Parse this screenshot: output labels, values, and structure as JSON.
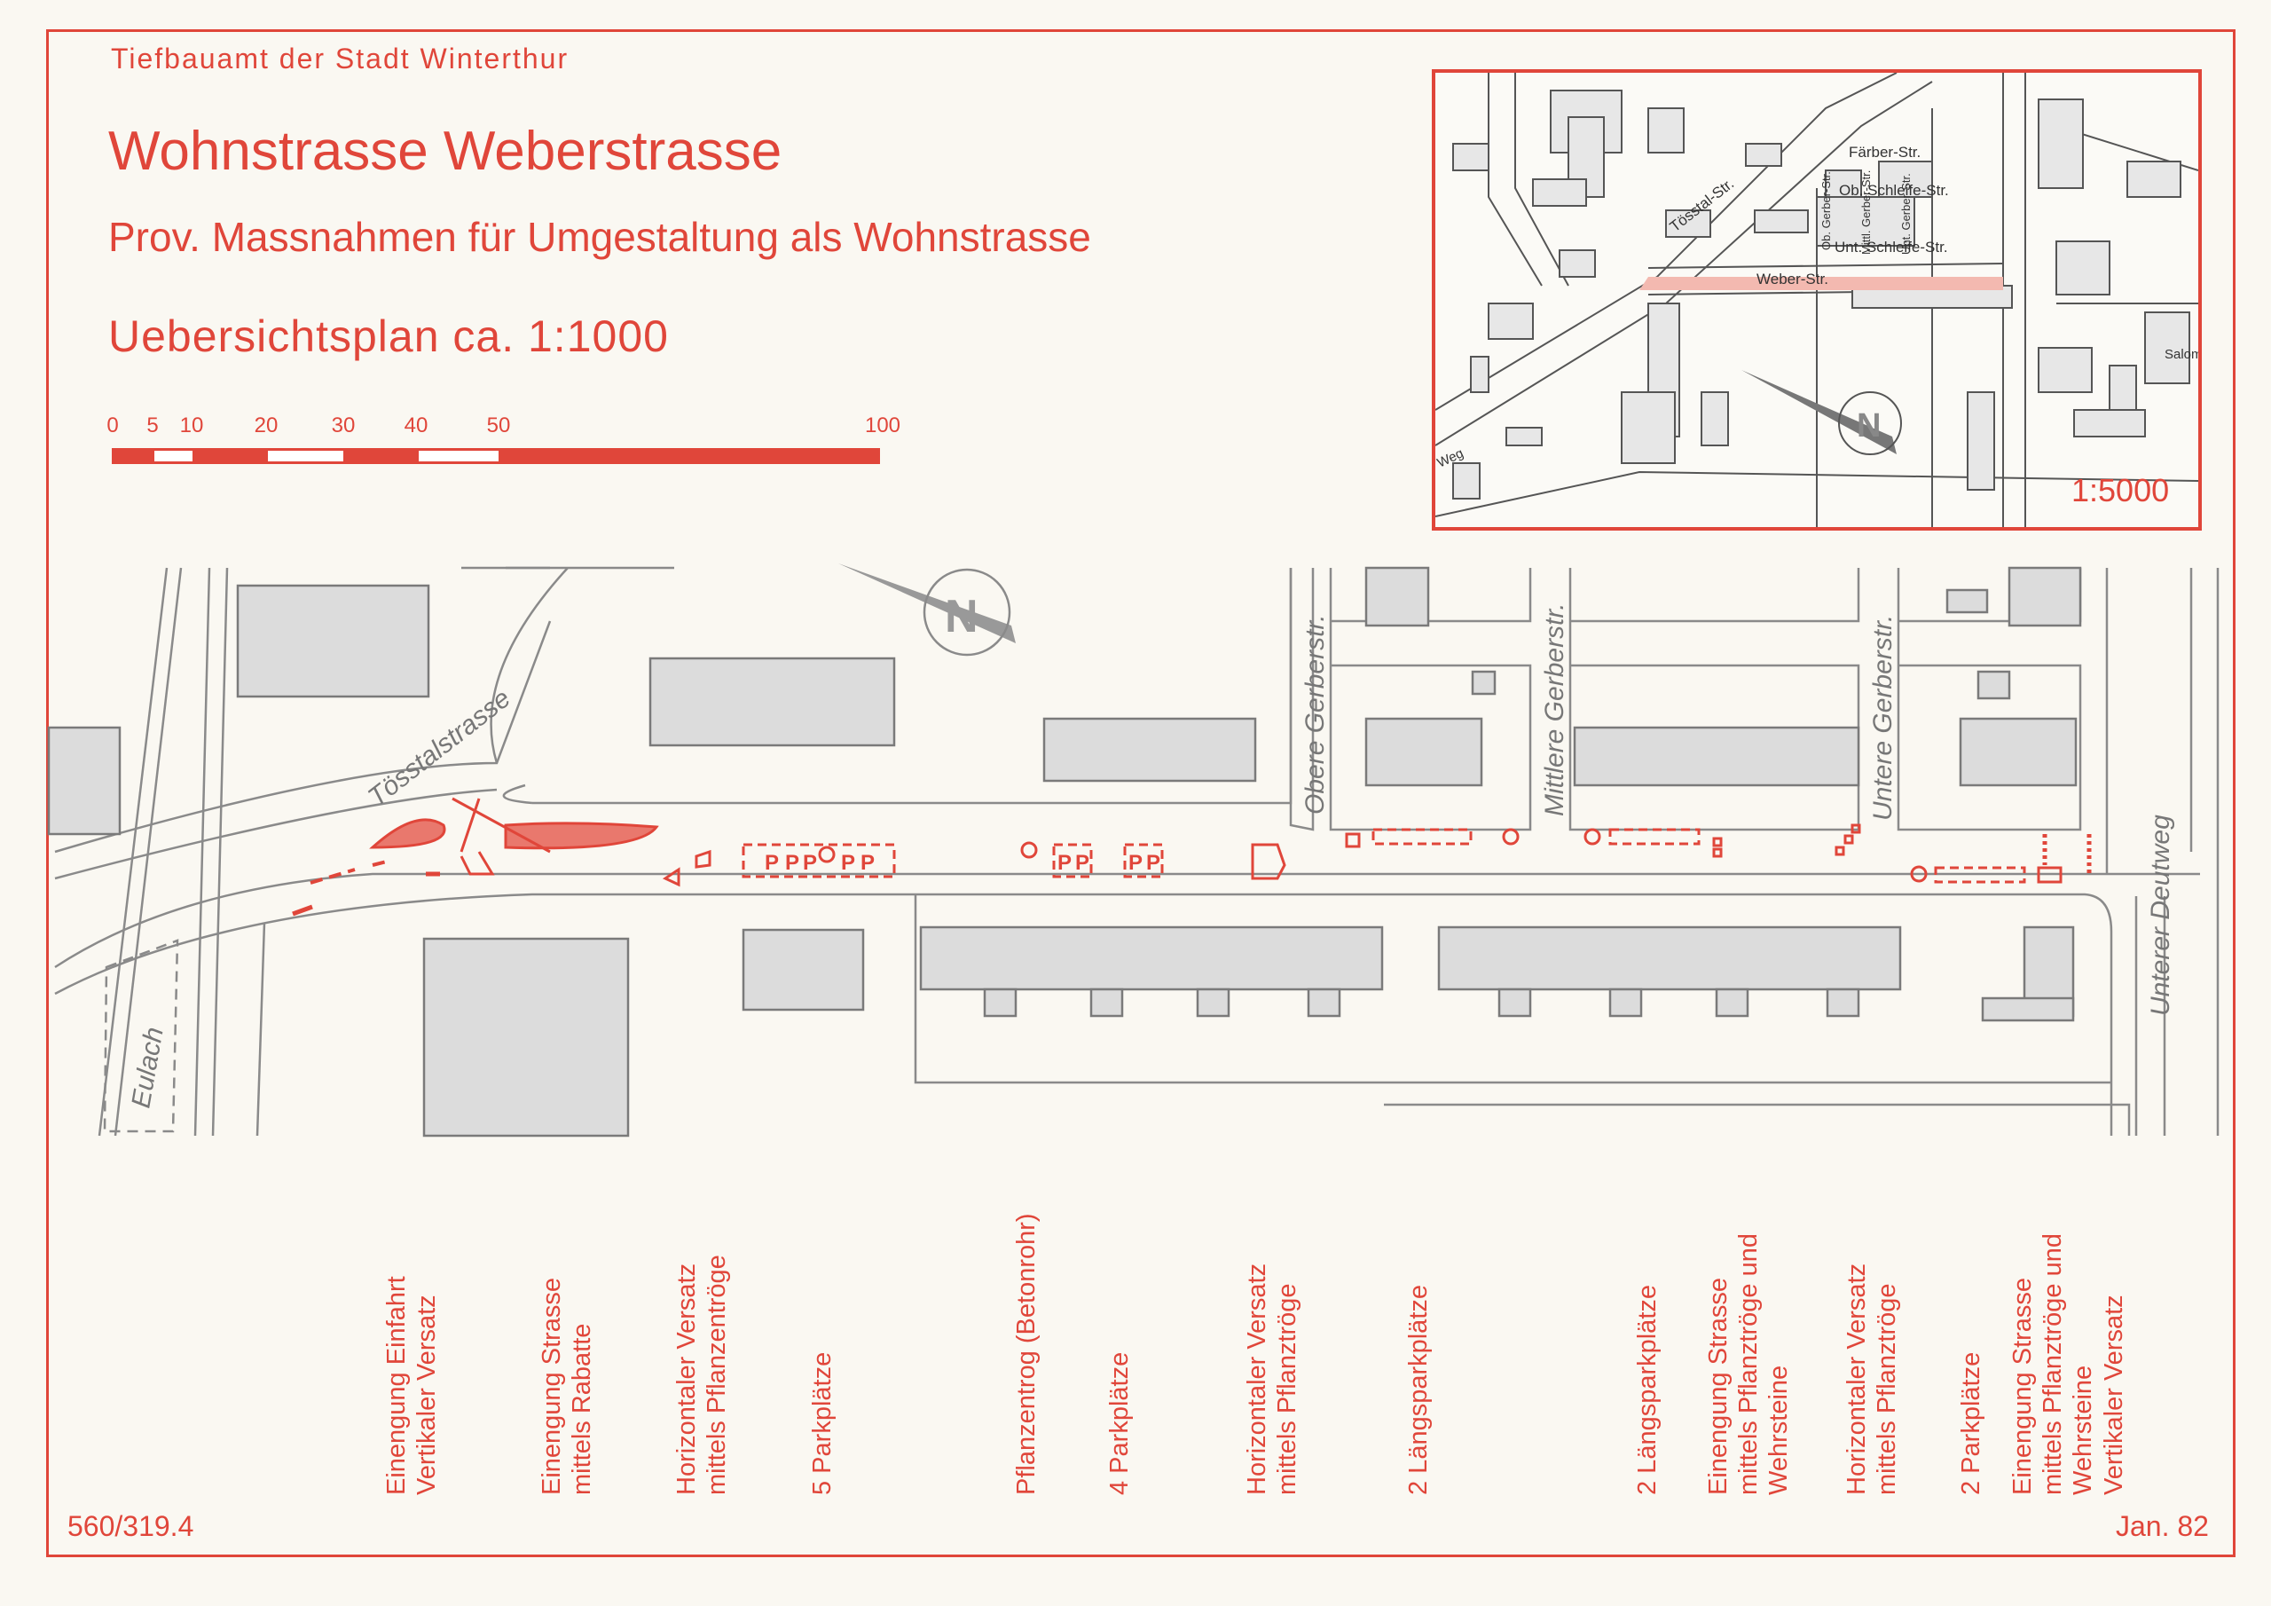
{
  "header": {
    "office": "Tiefbauamt der Stadt Winterthur",
    "title": "Wohnstrasse Weberstrasse",
    "subtitle": "Prov. Massnahmen für Umgestaltung als Wohnstrasse",
    "scale_label": "Uebersichtsplan ca. 1:1000"
  },
  "scale_bar": {
    "ticks": [
      "0",
      "5",
      "10",
      "20",
      "30",
      "40",
      "50",
      "100"
    ]
  },
  "inset": {
    "scale": "1:5000",
    "labels": [
      "Tösstal-Str.",
      "Färber-Str.",
      "Ob. Schleife-Str.",
      "Unt. Schleife-Str.",
      "Weber-Str.",
      "Ob. Gerber-Str.",
      "Mittl. Gerber-Str.",
      "Unt. Gerber-Str.",
      "Salom.",
      "Weg",
      "N"
    ]
  },
  "map": {
    "streets": [
      "Tösstalstrasse",
      "Obere Gerberstr.",
      "Mittlere Gerberstr.",
      "Untere Gerberstr.",
      "Unterer Deutweg",
      "Eulach"
    ],
    "north": "N",
    "parking_marker": "P",
    "colors": {
      "accent": "#e0463a",
      "building": "#dcdcdc",
      "line": "#8a8a8a"
    }
  },
  "legend": [
    "Einengung Einfahrt\nVertikaler Versatz",
    "Einengung Strasse\nmittels Rabatte",
    "Horizontaler Versatz\nmittels Pflanzentröge",
    "5 Parkplätze",
    "Pflanzentrog (Betonrohr)",
    "4 Parkplätze",
    "Horizontaler Versatz\nmittels Pflanztröge",
    "2 Längsparkplätze",
    "2 Längsparkplätze",
    "Einengung Strasse\nmittels Pflanztröge und\nWehrsteine",
    "Horizontaler Versatz\nmittels Pflanztröge",
    "2 Parkplätze",
    "Einengung Strasse\nmittels Pflanztröge und\nWehrsteine\nVertikaler Versatz"
  ],
  "footer": {
    "plan_no": "560/319.4",
    "date": "Jan. 82"
  }
}
